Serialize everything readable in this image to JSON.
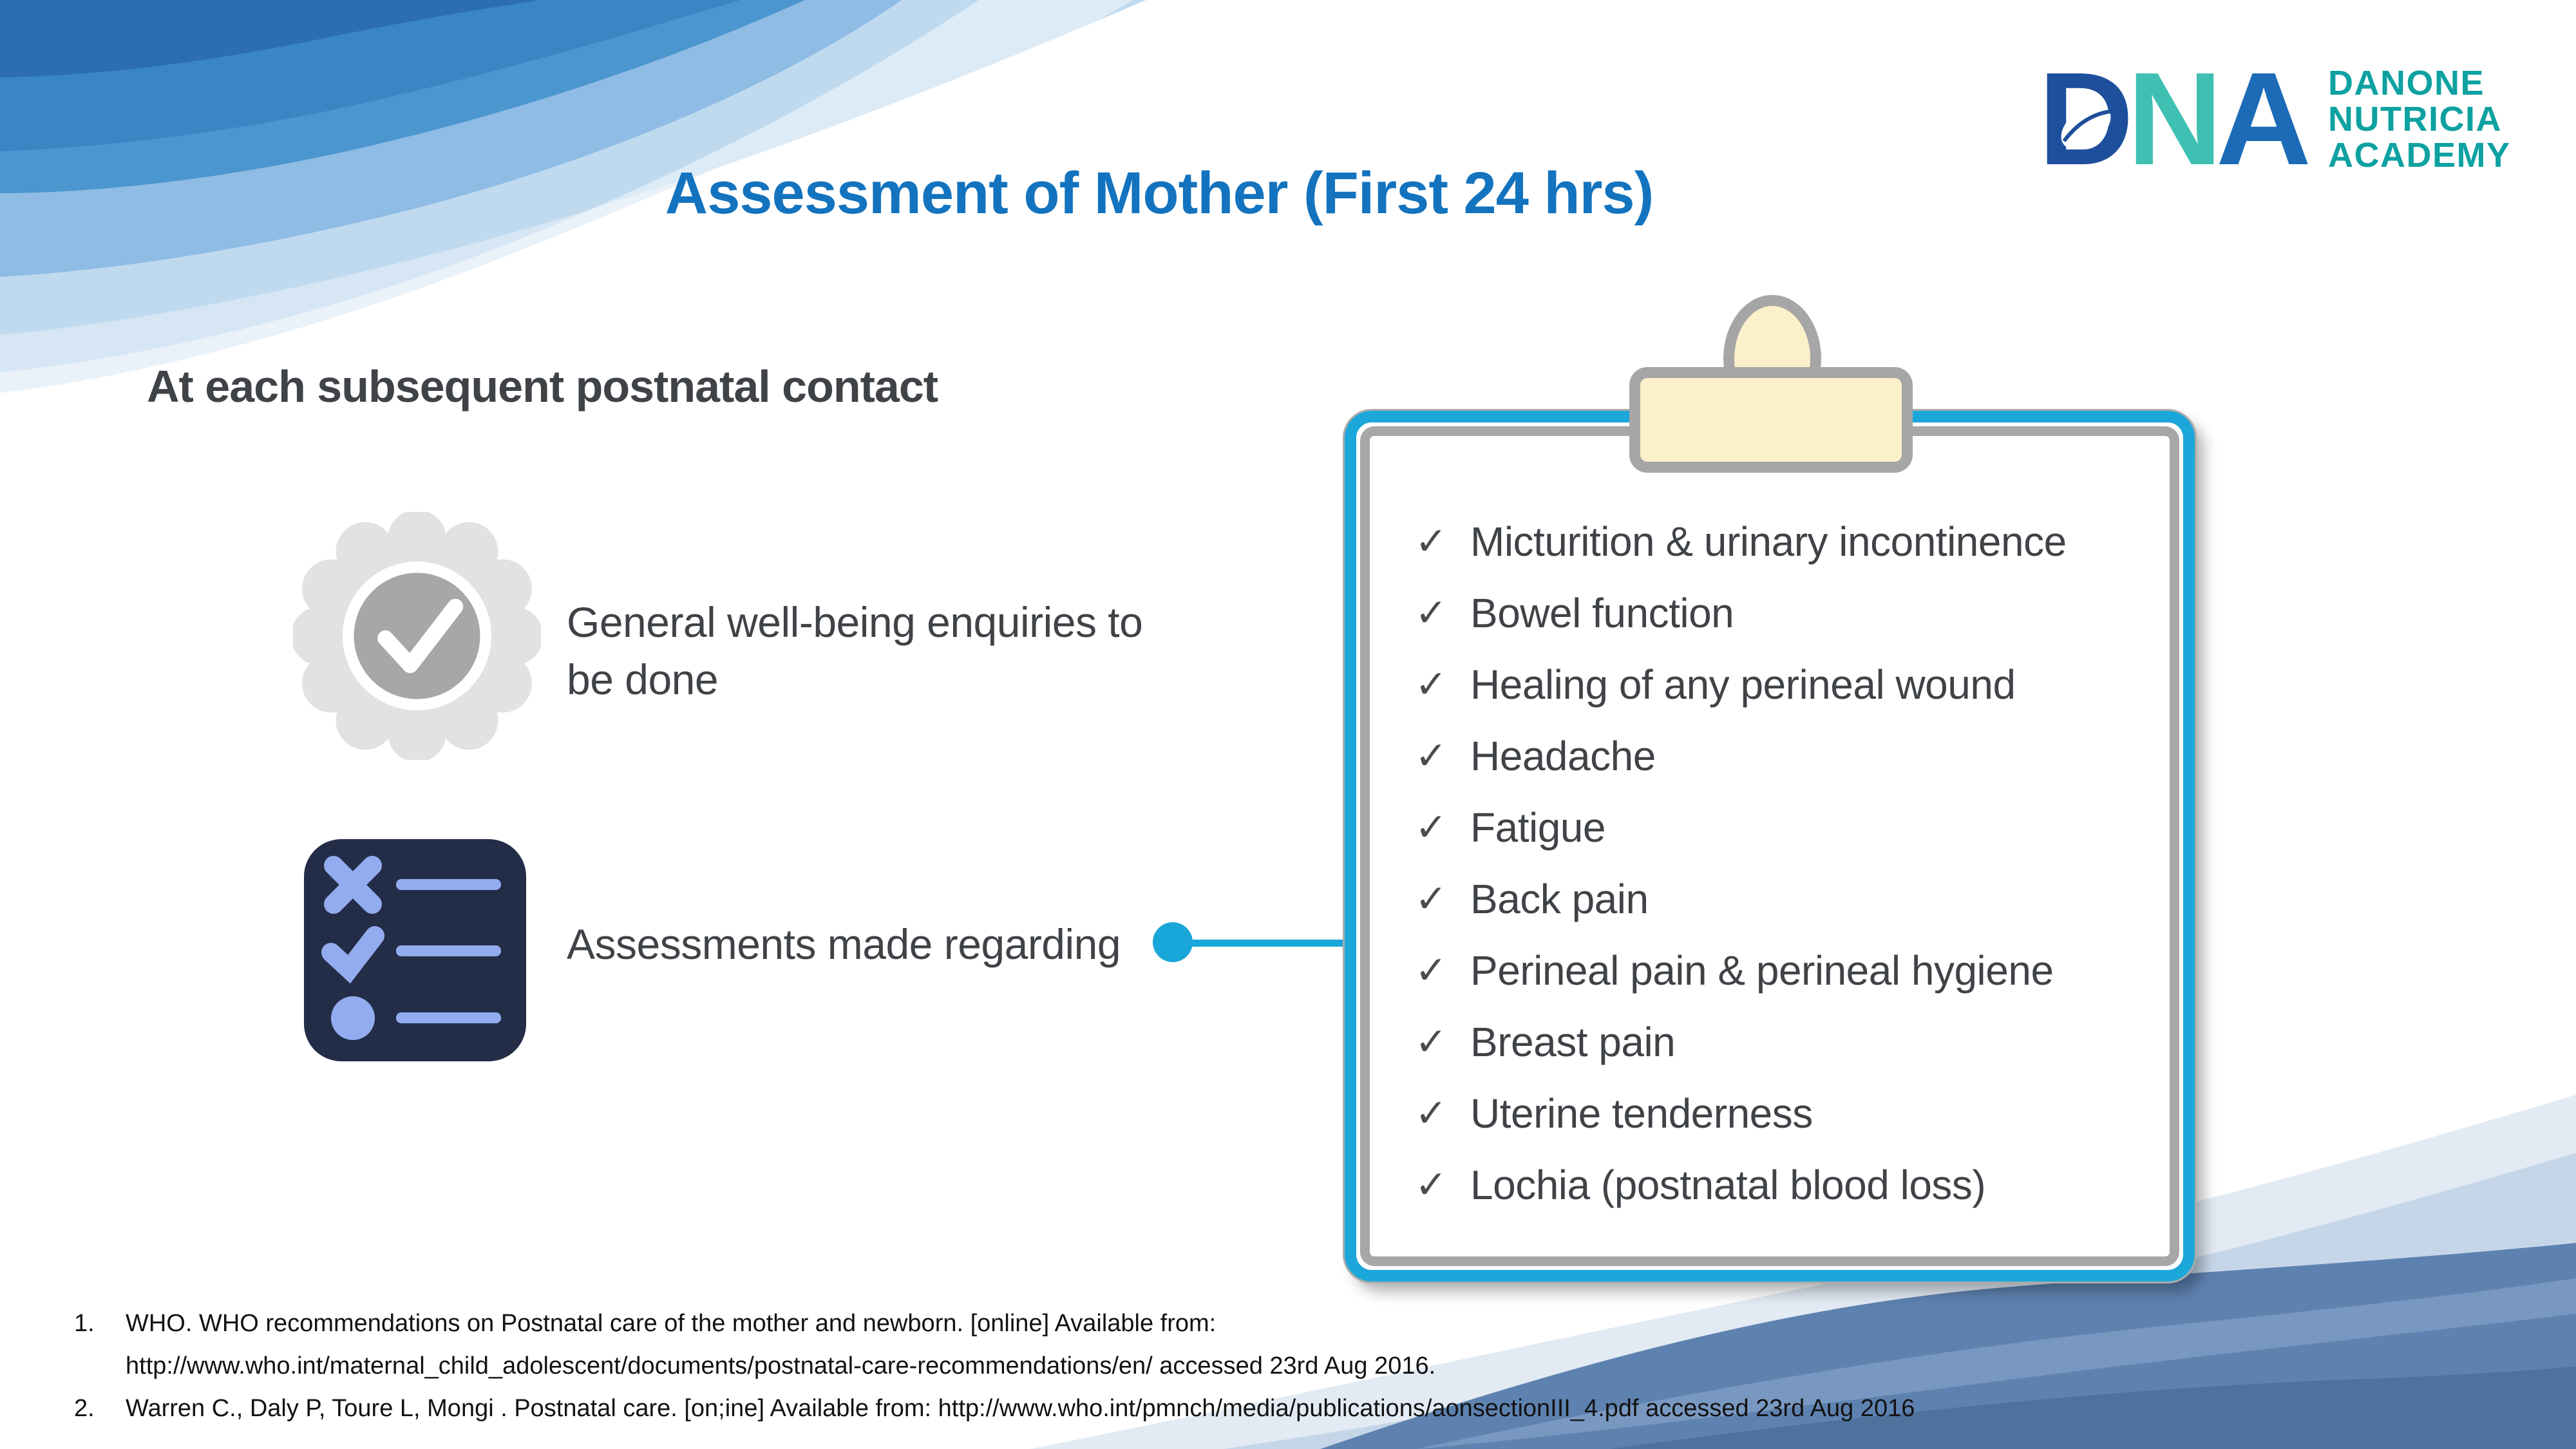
{
  "slide": {
    "title": "Assessment of Mother (First 24 hrs)",
    "subtitle": "At each subsequent postnatal contact"
  },
  "logo": {
    "letters": {
      "d": "D",
      "n": "N",
      "a": "A"
    },
    "org": {
      "line1": "DANONE",
      "line2": "NUTRICIA",
      "line3": "ACADEMY"
    }
  },
  "wellbeing": {
    "icon": "ribbon-check-icon",
    "label": "General well-being enquiries to be done"
  },
  "assessments": {
    "icon": "checklist-icon",
    "label": "Assessments made regarding"
  },
  "clipboard": {
    "icon": "clipboard",
    "item_icon": "check-icon",
    "items": [
      {
        "text": "Micturition & urinary incontinence"
      },
      {
        "text": "Bowel function"
      },
      {
        "text": "Healing of any perineal wound"
      },
      {
        "text": "Headache"
      },
      {
        "text": "Fatigue"
      },
      {
        "text": "Back pain"
      },
      {
        "text": "Perineal pain & perineal hygiene"
      },
      {
        "text": "Breast pain"
      },
      {
        "text": "Uterine tenderness"
      },
      {
        "text": "Lochia (postnatal blood loss)"
      }
    ]
  },
  "references": [
    {
      "num": "1.",
      "line1": "WHO. WHO recommendations on Postnatal care of the mother and newborn. [online] Available from:",
      "line2": "http://www.who.int/maternal_child_adolescent/documents/postnatal-care-recommendations/en/ accessed 23rd  Aug 2016."
    },
    {
      "num": "2.",
      "line1": "Warren C., Daly P, Toure L, Mongi . Postnatal care. [on;ine] Available from: http://www.who.int/pmnch/media/publications/aonsectionIII_4.pdf accessed 23rd Aug 2016",
      "line2": ""
    }
  ],
  "colors": {
    "title_blue": "#1373BE",
    "text_dark": "#3F4347",
    "clipboard_cyan": "#1BA7DA",
    "border_gray": "#A6A6A6",
    "clip_cream": "#FCF0CB",
    "connector_cyan": "#19A6D9",
    "icon_navy": "#232D47",
    "icon_periwinkle": "#93ACF0",
    "badge_gray_light": "#E2E2E2",
    "badge_gray_dark": "#A7A7A7",
    "logo_d_blue": "#1E4F9C",
    "logo_n_teal": "#3EC1B2",
    "logo_a_blue": "#1D6BB7",
    "logo_wordmark_teal": "#0EA1A1"
  }
}
